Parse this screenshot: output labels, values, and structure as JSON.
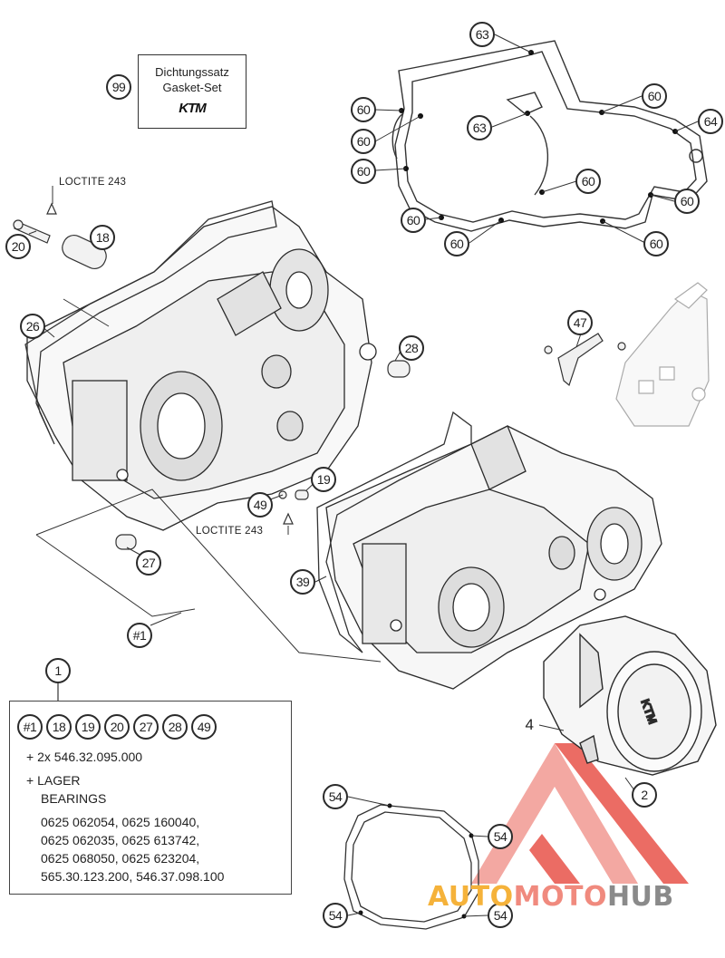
{
  "gasket_set": {
    "callout": "99",
    "line1": "Dichtungssatz",
    "line2": "Gasket-Set",
    "logo": "KTM"
  },
  "loctite_top": "LOCTITE 243",
  "loctite_mid": "LOCTITE 243",
  "callouts": {
    "c63a": "63",
    "c63b": "63",
    "c60_1": "60",
    "c60_2": "60",
    "c60_3": "60",
    "c60_4": "60",
    "c60_5": "60",
    "c60_6": "60",
    "c60_7": "60",
    "c60_8": "60",
    "c60_9": "60",
    "c64": "64",
    "c20": "20",
    "c18": "18",
    "c26": "26",
    "c28": "28",
    "c47": "47",
    "c19": "19",
    "c49": "49",
    "c27": "27",
    "c39": "39",
    "c1kit": "#1",
    "c1": "1",
    "c4": "4",
    "c2": "2",
    "c54_1": "54",
    "c54_2": "54",
    "c54_3": "54",
    "c54_4": "54"
  },
  "kit": {
    "parts": [
      "#1",
      "18",
      "19",
      "20",
      "27",
      "28",
      "49"
    ],
    "line_screws": "+ 2x 546.32.095.000",
    "line_lager": "+ LAGER",
    "line_bearings": "BEARINGS",
    "line_p1": "0625 062054, 0625 160040,",
    "line_p2": "0625 062035, 0625 613742,",
    "line_p3": "0625 068050, 0625 623204,",
    "line_p4": "565.30.123.200, 546.37.098.100"
  },
  "watermark": {
    "part1": "AUTO",
    "part2": "MOTO",
    "part3": "HUB",
    "color_auto": "#f5b23a",
    "color_moto": "#f08a7e",
    "color_hub": "#8a8a8a",
    "triangle_color": "#e8534a"
  }
}
